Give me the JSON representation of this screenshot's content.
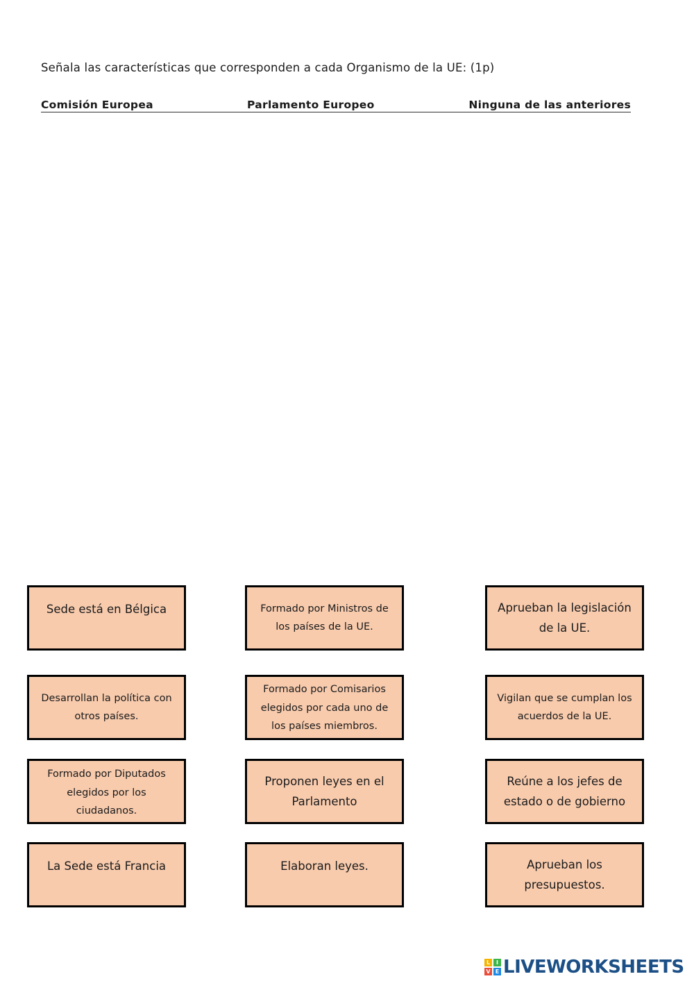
{
  "instruction": "Señala las características que corresponden a cada Organismo de la UE: (1p)",
  "columns": [
    "Comisión Europea",
    "Parlamento Europeo",
    "Ninguna de las anteriores"
  ],
  "cards": [
    "Sede está en Bélgica",
    "Formado por Ministros de los países de la UE.",
    "Aprueban la legislación de la UE.",
    "Desarrollan la política con otros países.",
    "Formado por Comisarios elegidos por cada uno de los países miembros.",
    "Vigilan que se cumplan los acuerdos de la UE.",
    "Formado por Diputados elegidos por los ciudadanos.",
    "Proponen leyes en el Parlamento",
    "Reúne a los jefes de estado o de gobierno",
    "La Sede está Francia",
    "Elaboran leyes.",
    "Aprueban los presupuestos."
  ],
  "brand": {
    "name": "LIVEWORKSHEETS",
    "logo_letters": [
      "L",
      "I",
      "V",
      "E"
    ],
    "color": "#1b4f86"
  },
  "colors": {
    "card_fill": "#f8cbad",
    "card_border": "#000000"
  }
}
